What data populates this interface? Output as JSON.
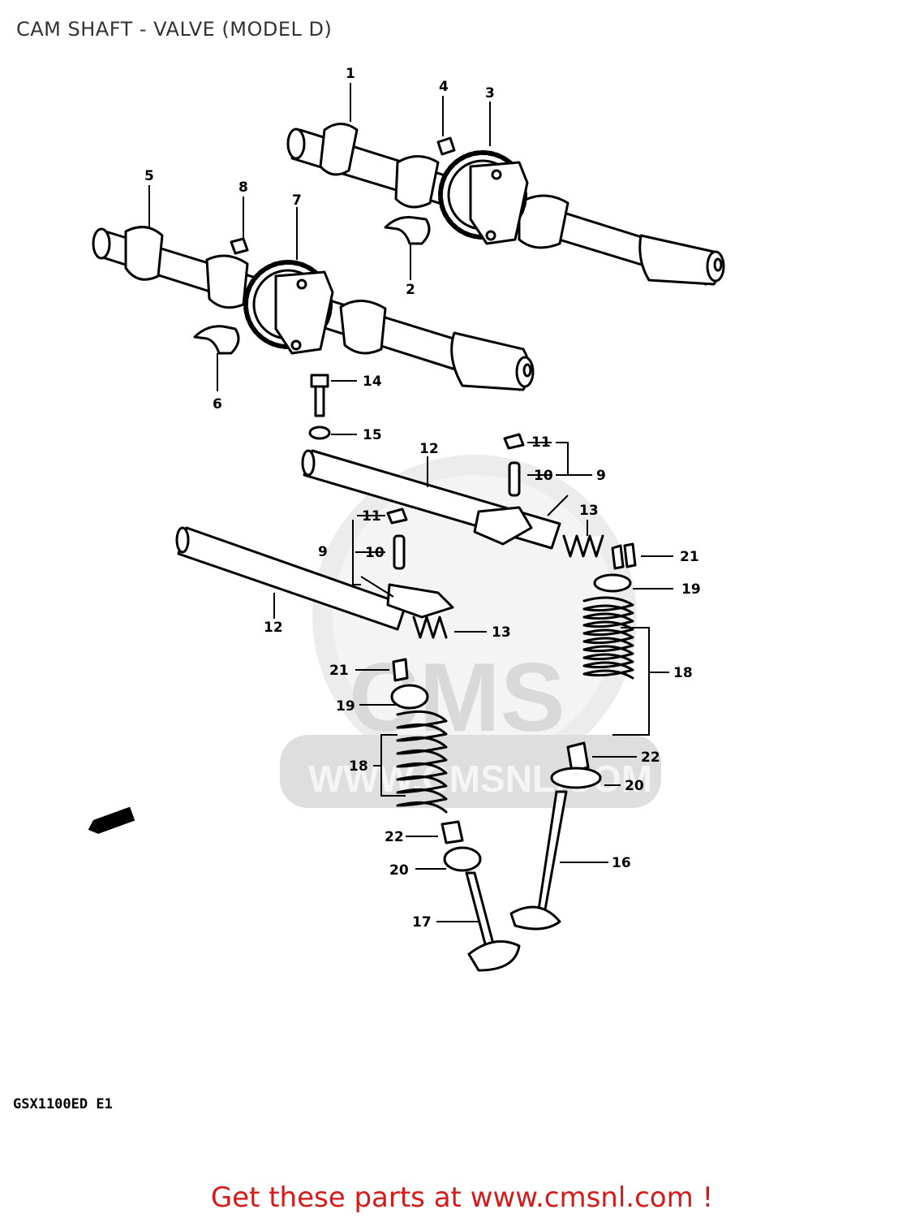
{
  "header": {
    "title": "CAM SHAFT - VALVE (MODEL D)"
  },
  "watermark": {
    "brand": "CMS",
    "url": "WWW.CMSNL.COM"
  },
  "callouts": [
    "1",
    "2",
    "3",
    "4",
    "5",
    "6",
    "7",
    "8",
    "9",
    "9",
    "10",
    "10",
    "11",
    "11",
    "12",
    "12",
    "13",
    "13",
    "14",
    "15",
    "16",
    "17",
    "18",
    "18",
    "19",
    "19",
    "20",
    "20",
    "21",
    "21",
    "22",
    "22"
  ],
  "footer": {
    "model_code": "GSX1100ED E1"
  },
  "cta": {
    "text": "Get these parts at www.cmsnl.com !"
  },
  "colors": {
    "cta": "#d61a1a",
    "title": "#333333",
    "watermark": "#d9d9d9"
  }
}
